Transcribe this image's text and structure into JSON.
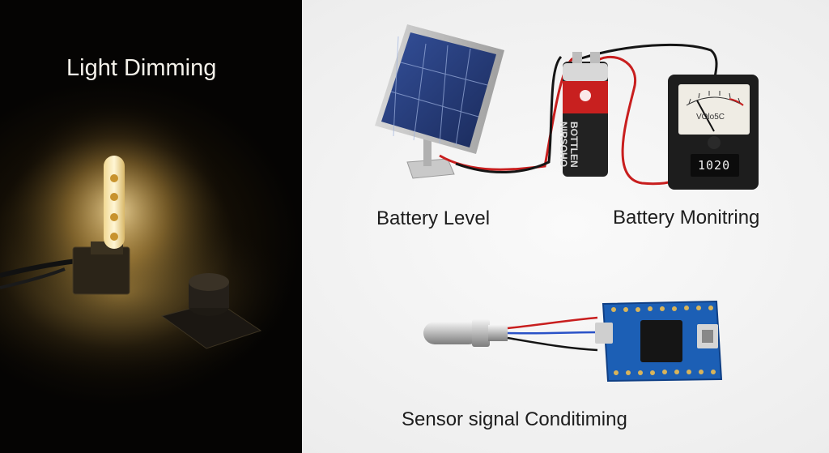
{
  "labels": {
    "light_dimming": "Light Dimming",
    "battery_level": "Battery Level",
    "battery_monitoring": "Battery Monitring",
    "sensor_signal": "Sensor signal Conditiming"
  },
  "battery_text": {
    "line1": "BOTTLEN",
    "line2": "NIRSOHO"
  },
  "meter": {
    "dial_text": "VOlo5C",
    "digital_readout": "1020"
  },
  "colors": {
    "battery_red": "#c8201f",
    "board_blue": "#1c5fb5",
    "lamp_glow": "#ffe6a8"
  }
}
